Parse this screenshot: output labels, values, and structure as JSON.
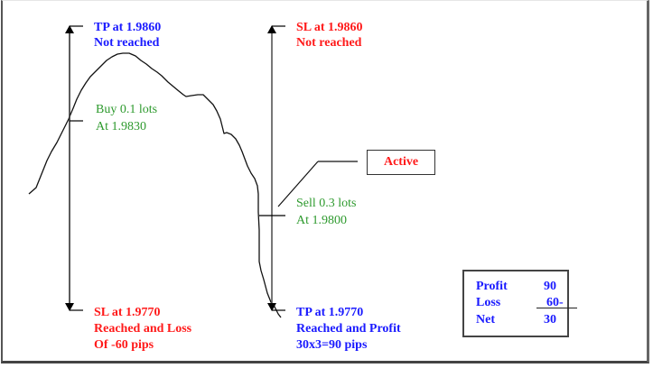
{
  "diagram": {
    "buy_trade": {
      "tp_label": "TP at 1.9860",
      "tp_status": "Not reached",
      "entry_action": "Buy 0.1 lots",
      "entry_price": "At 1.9830",
      "sl_label": "SL at 1.9770",
      "sl_status": "Reached and Loss",
      "sl_result": "Of -60 pips"
    },
    "sell_trade": {
      "sl_label": "SL at 1.9860",
      "sl_status": "Not reached",
      "entry_action": "Sell 0.3 lots",
      "entry_price": "At 1.9800",
      "state_badge": "Active",
      "tp_label": "TP at 1.9770",
      "tp_status": "Reached and Profit",
      "tp_result": "30x3=90 pips"
    },
    "summary": {
      "profit_label": "Profit",
      "profit_value": "90",
      "loss_label": "Loss",
      "loss_value": "60-",
      "net_label": "Net",
      "net_value": "30"
    },
    "colors": {
      "take_profit": "#1a1aff",
      "stop_loss": "#ff1a1a",
      "entry": "#2e9a2e",
      "lines": "#000000"
    }
  }
}
